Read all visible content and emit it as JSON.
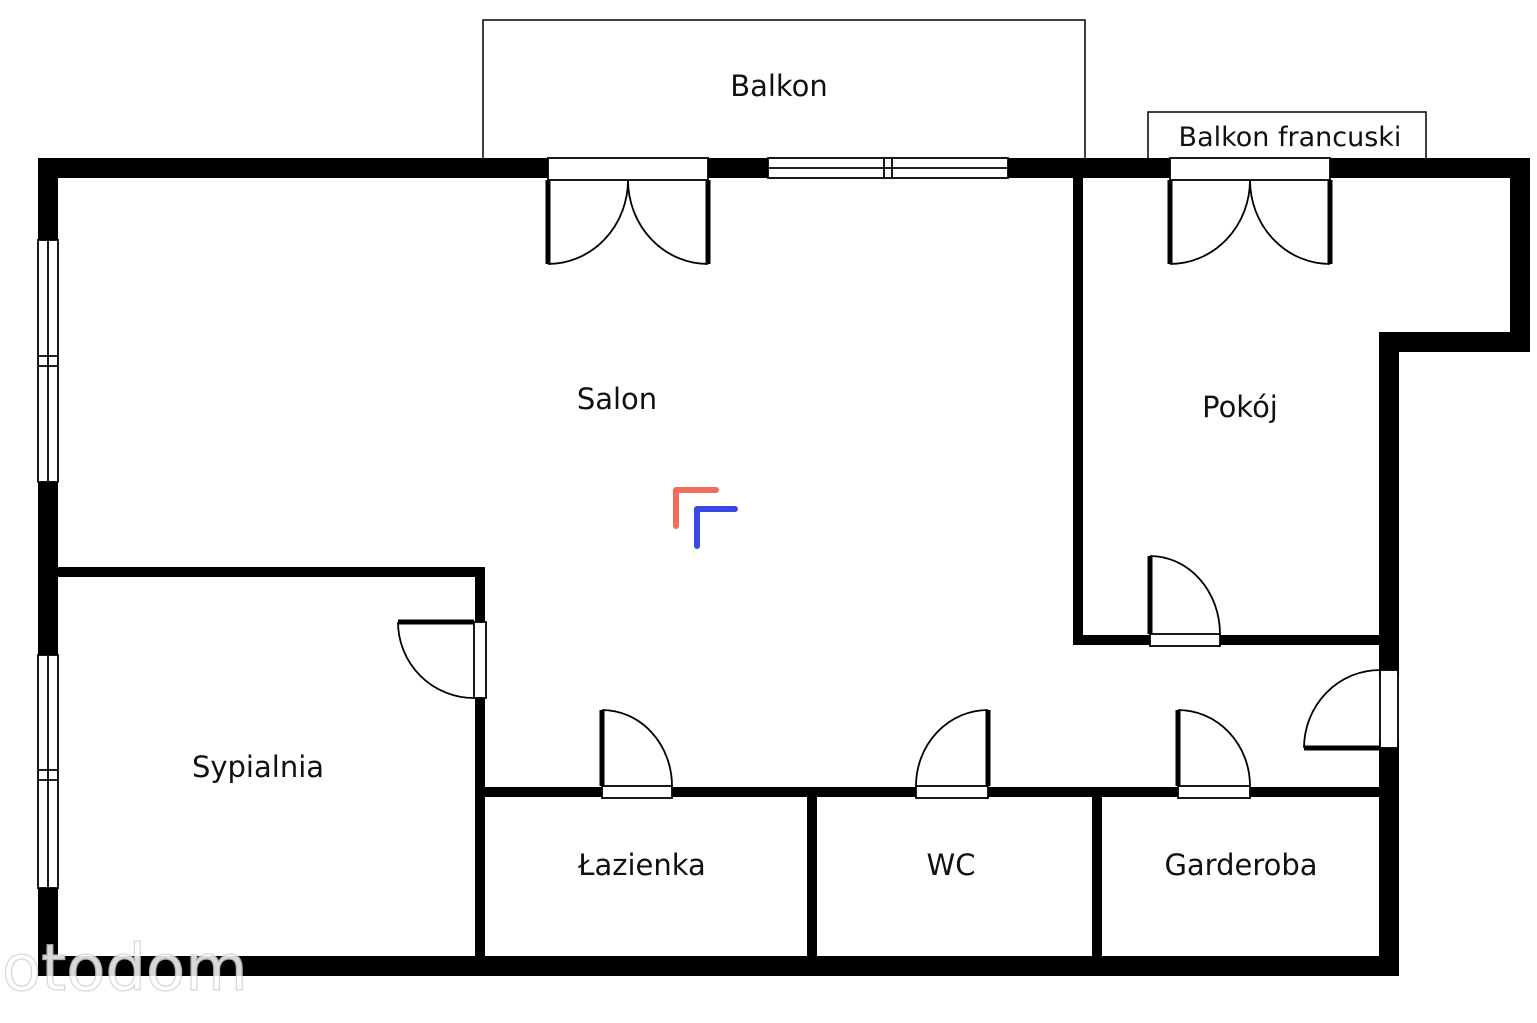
{
  "rooms": {
    "balkon": "Balkon",
    "balkon_francuski": "Balkon francuski",
    "salon": "Salon",
    "pokoj": "Pokój",
    "sypialnia": "Sypialnia",
    "lazienka": "Łazienka",
    "wc": "WC",
    "garderoba": "Garderoba"
  },
  "watermark": "otodom",
  "logo": {
    "color_top": "#f26b5b",
    "color_bottom": "#3b46e6"
  },
  "colors": {
    "wall": "#000000",
    "background": "#ffffff"
  }
}
